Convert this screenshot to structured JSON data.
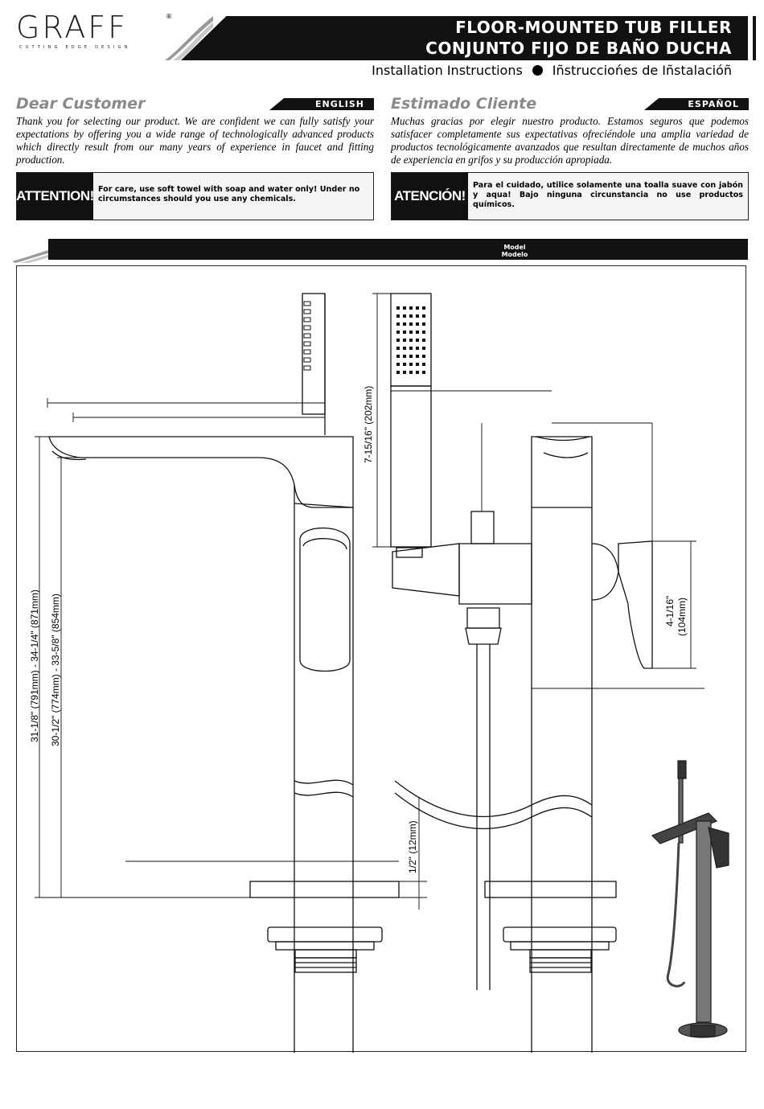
{
  "header": {
    "brand": "GRAFF",
    "brand_mark": "®",
    "tagline": "CUTTING EDGE DESIGN",
    "title_line1": "FLOOR-MOUNTED TUB FILLER",
    "title_line2": "CONJUNTO FIJO DE BAÑO DUCHA",
    "subtitle_en": "Installation Instructions",
    "subtitle_es": "Iñstrucciońes de Iñstalacióñ"
  },
  "english": {
    "greeting": "Dear Customer",
    "language": "ENGLISH",
    "intro": "Thank you for selecting our product. We are confident we can fully satisfy your expectations by offering you a wide range of technologically advanced products which directly result from our many years of experience in faucet and fitting production.",
    "attention_label": "ATTENTION!",
    "attention_text": "For care, use soft towel with soap and water only! Under no circumstances should you use any chemicals."
  },
  "spanish": {
    "greeting": "Estimado Cliente",
    "language": "ESPAÑOL",
    "intro": "Muchas gracias por elegir nuestro producto. Estamos  seguros que podemos satisfacer completamente sus expectativas ofreciéndole una amplia variedad de productos tecnológicamente avanzados que resultan directamente de muchos años de experiencia en grifos y su producción apropiada.",
    "attention_label": "ATENCIÓN!",
    "attention_text": "Para el cuidado, utilice solamente una toalla suave con jabón y aqua! Bajo ninguna circunstancia no use productos químicos."
  },
  "model": {
    "label_en": "Model",
    "label_es": "Modelo"
  },
  "dimensions": {
    "total_height": "31-1/8\" (791mm) - 34-1/4\" (871mm)",
    "spout_height": "30-1/2\" (774mm) - 33-5/8\" (854mm)",
    "handshower": "7-15/16\" (202mm)",
    "handle": "4-1/16\"",
    "handle_mm": "(104mm)",
    "floor_gap": "1/2\" (12mm)"
  }
}
